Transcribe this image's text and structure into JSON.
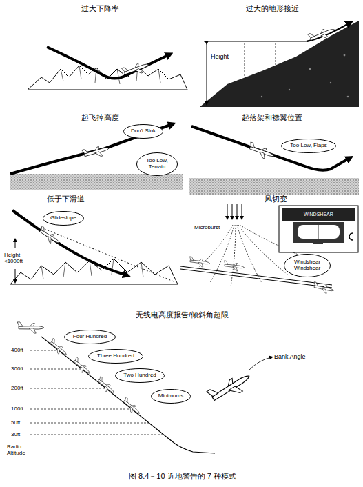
{
  "diagram": {
    "caption": "图 8.4－10 近地警告的 7 种模式",
    "nodes": [
      {
        "text": [
          "Don't Sink"
        ]
      },
      {
        "text": [
          "Too Low, Terrain"
        ]
      },
      {
        "text": [
          "Too Low, Flaps"
        ]
      },
      {
        "text": [
          "Glideslope"
        ]
      },
      {
        "text": [
          "Windshear Windshear"
        ]
      },
      {
        "text": [
          "Four Hundred"
        ]
      },
      {
        "text": [
          "Three Hundred"
        ]
      },
      {
        "text": [
          "Two Hundred"
        ]
      },
      {
        "text": [
          "Minimums"
        ]
      }
    ],
    "labels": [
      "过大下降率",
      "过大的地形接近",
      "起飞掉高度",
      "起落架和襟翼位置",
      "低于下滑道",
      "风切变",
      "无线电高度报告/倾斜角超限",
      "Height",
      "Height <1000ft",
      "Microburst",
      "WINDSHEAR",
      "400ft",
      "300ft",
      "200ft",
      "100ft",
      "50ft",
      "30ft",
      "Radio Altitude",
      "Bank Angle"
    ]
  }
}
